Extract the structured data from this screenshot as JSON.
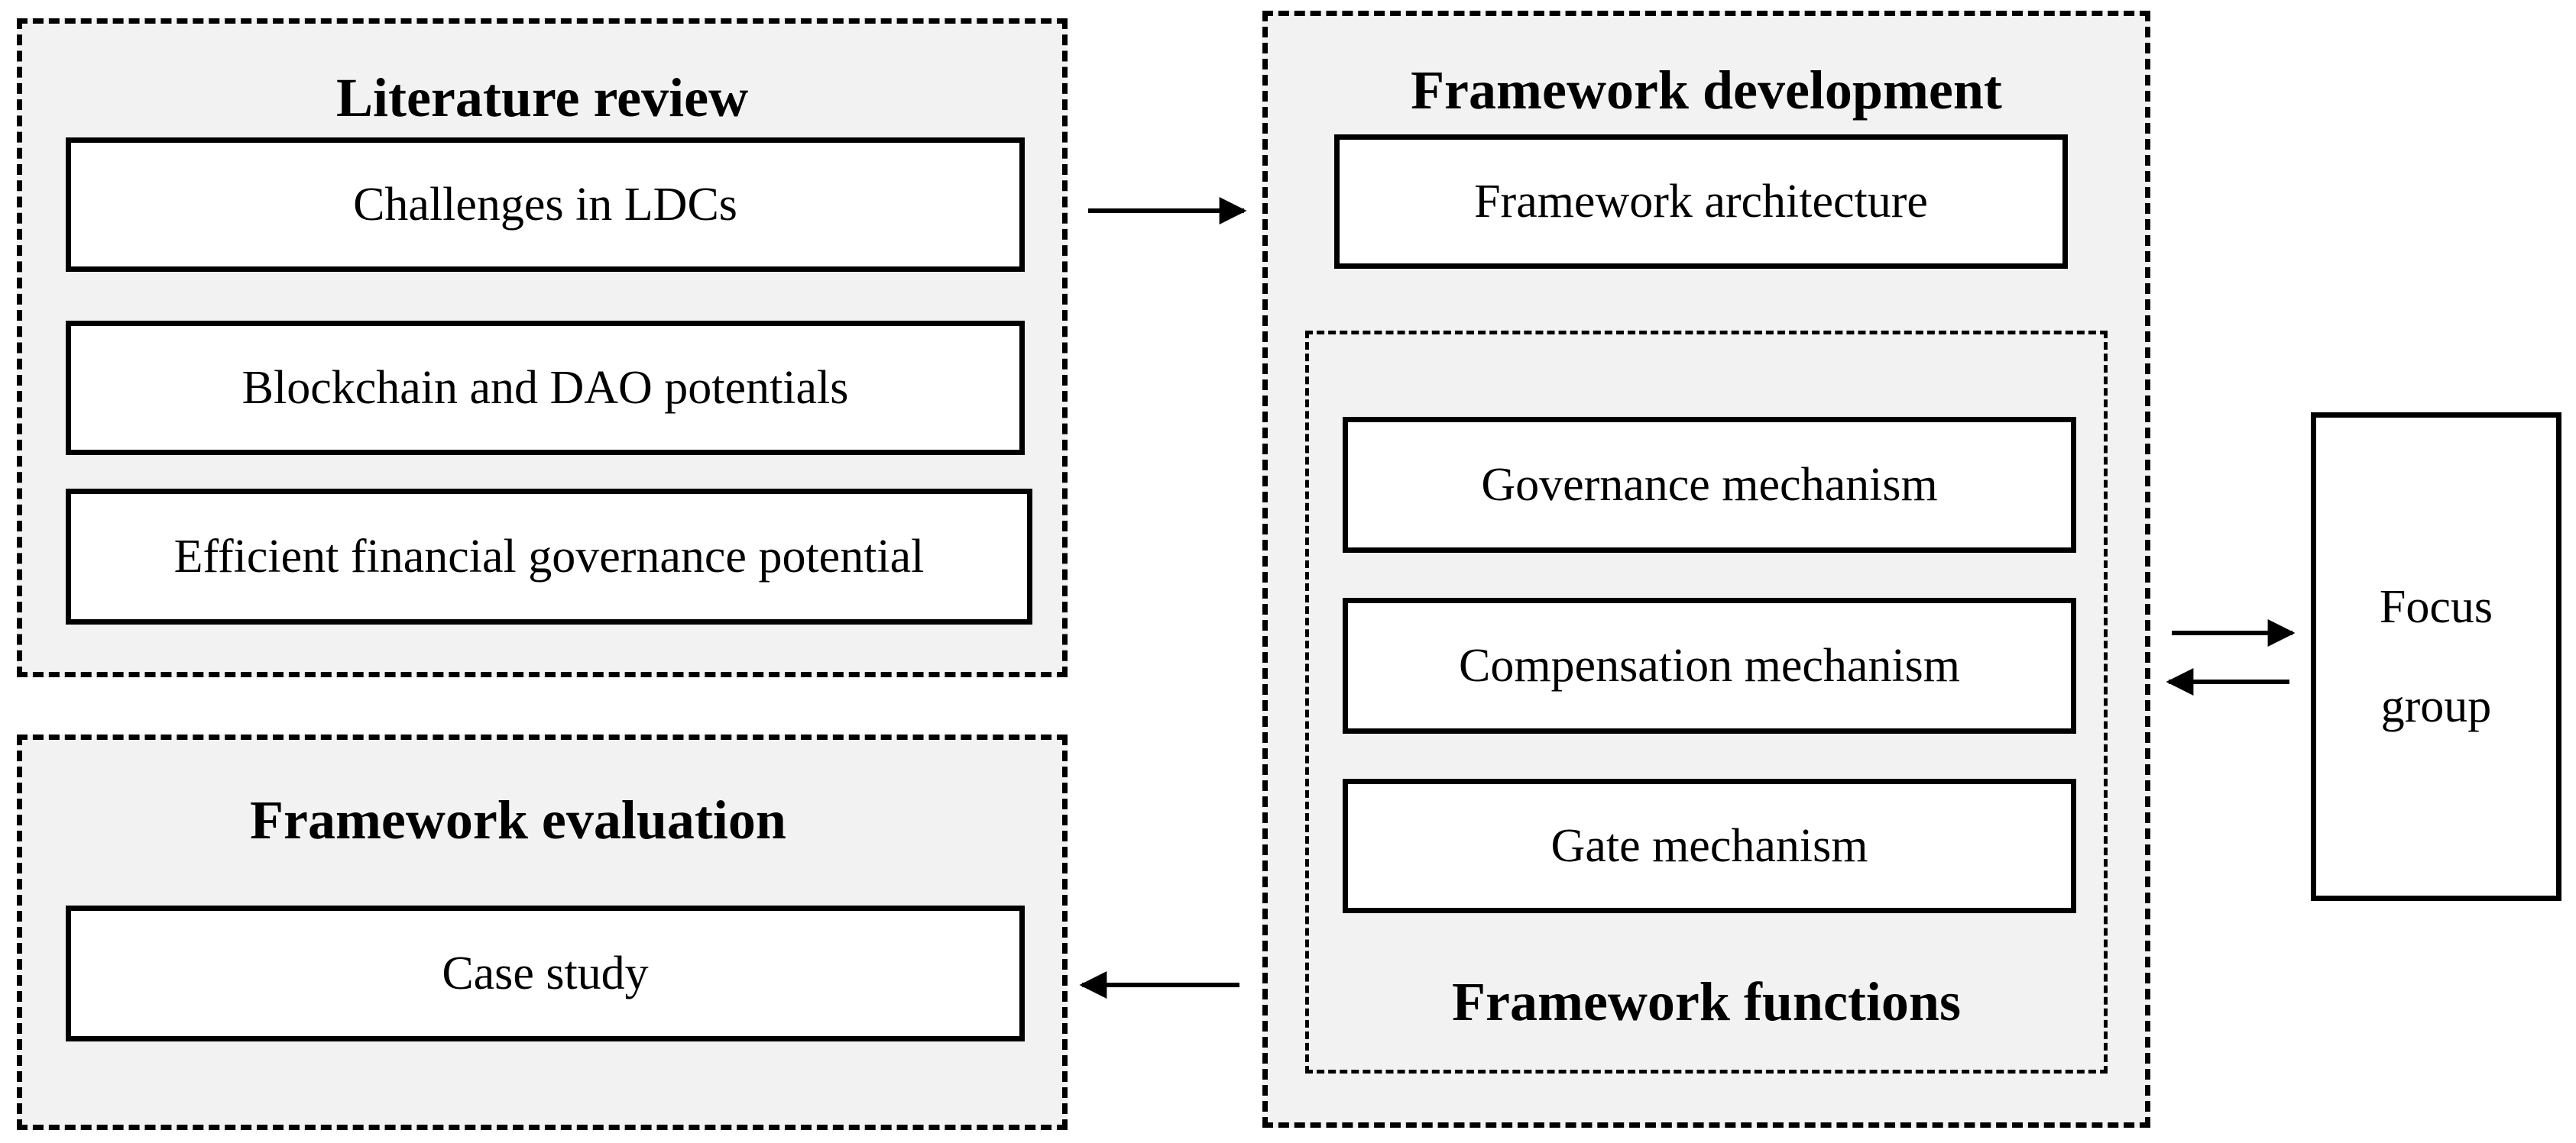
{
  "literature_review": {
    "title": "Literature review",
    "items": [
      "Challenges in LDCs",
      "Blockchain and DAO potentials",
      "Efficient financial governance potential"
    ]
  },
  "framework_development": {
    "title": "Framework development",
    "architecture": "Framework architecture",
    "functions": {
      "title": "Framework functions",
      "items": [
        "Governance mechanism",
        "Compensation mechanism",
        "Gate mechanism"
      ]
    }
  },
  "framework_evaluation": {
    "title": "Framework evaluation",
    "items": [
      "Case study"
    ]
  },
  "focus_group": {
    "line1": "Focus",
    "line2": "group"
  },
  "colors": {
    "group_fill": "#f2f2f2",
    "box_fill": "#ffffff",
    "stroke": "#000000"
  }
}
